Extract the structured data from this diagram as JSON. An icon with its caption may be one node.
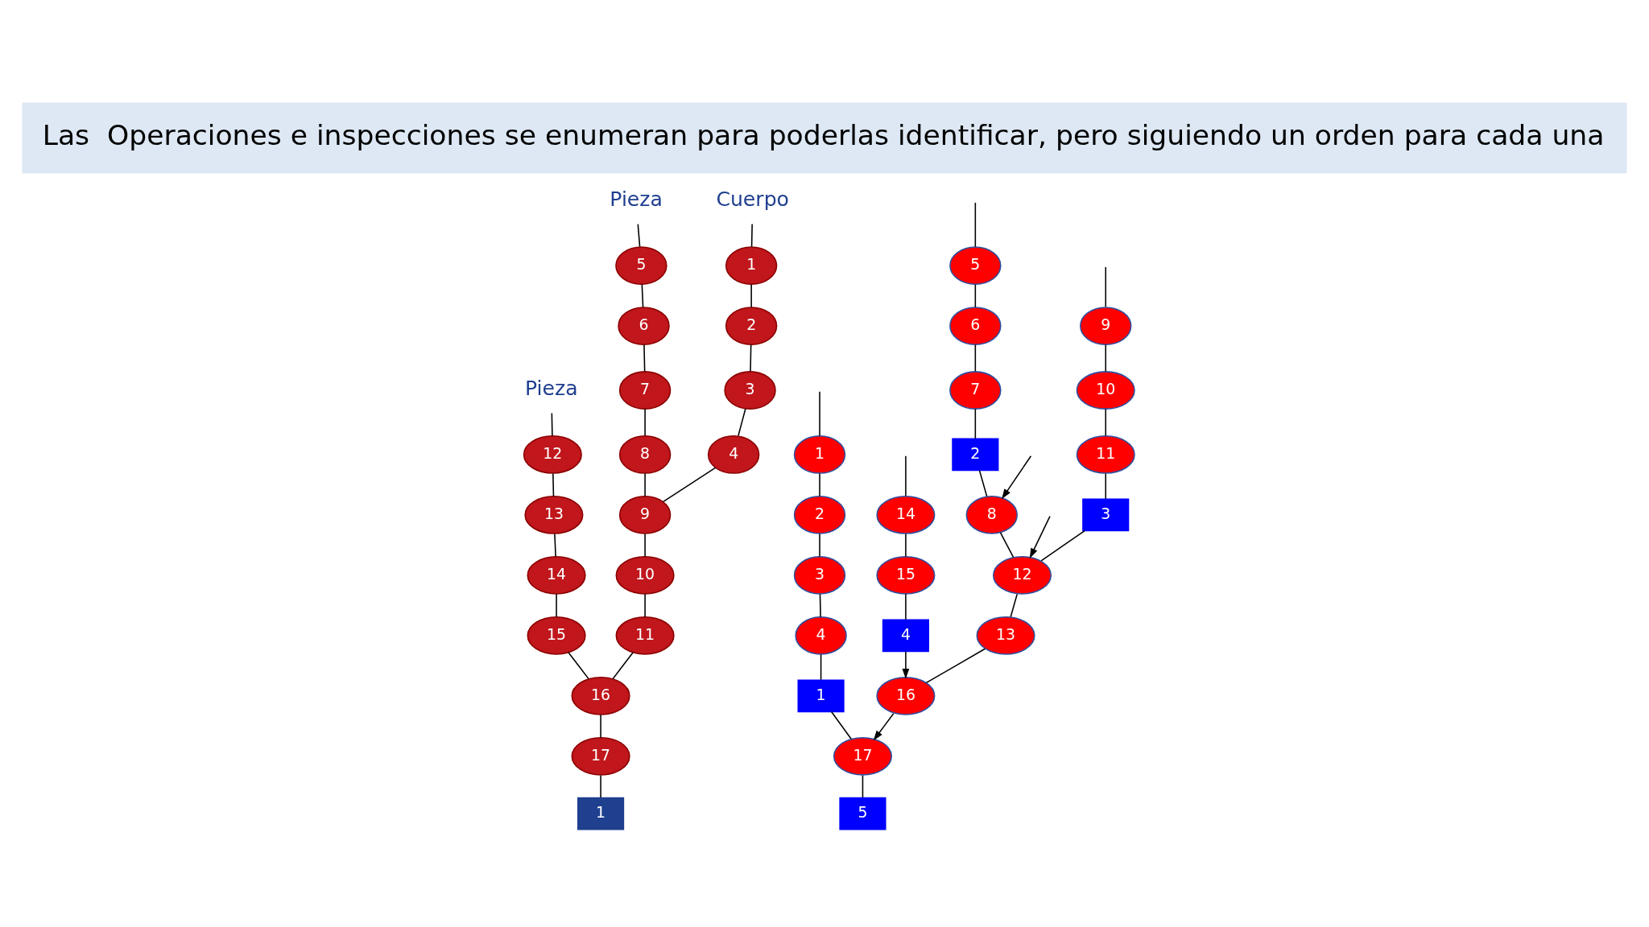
{
  "diagram": {
    "title": "Las  Operaciones e inspecciones se enumeran para poderlas identificar, pero siguiendo un orden para cada una",
    "nodes": [
      {
        "text": [
          "Pieza"
        ]
      },
      {
        "text": [
          "Pieza"
        ]
      },
      {
        "text": [
          "Cuerpo"
        ]
      },
      {
        "text": [
          "12"
        ]
      },
      {
        "text": [
          "13"
        ]
      },
      {
        "text": [
          "14"
        ]
      },
      {
        "text": [
          "15"
        ]
      },
      {
        "text": [
          "5"
        ]
      },
      {
        "text": [
          "6"
        ]
      },
      {
        "text": [
          "7"
        ]
      },
      {
        "text": [
          "8"
        ]
      },
      {
        "text": [
          "1"
        ]
      },
      {
        "text": [
          "2"
        ]
      },
      {
        "text": [
          "3"
        ]
      },
      {
        "text": [
          "4"
        ]
      },
      {
        "text": [
          "9"
        ]
      },
      {
        "text": [
          "10"
        ]
      },
      {
        "text": [
          "11"
        ]
      },
      {
        "text": [
          "16"
        ]
      },
      {
        "text": [
          "17"
        ]
      },
      {
        "text": [
          "1"
        ]
      },
      {
        "text": [
          "9"
        ]
      },
      {
        "text": [
          "10"
        ]
      },
      {
        "text": [
          "11"
        ]
      },
      {
        "text": [
          "3"
        ]
      },
      {
        "text": [
          "5"
        ]
      },
      {
        "text": [
          "6"
        ]
      },
      {
        "text": [
          "7"
        ]
      },
      {
        "text": [
          "2"
        ]
      },
      {
        "text": [
          "8"
        ]
      },
      {
        "text": [
          "12"
        ]
      },
      {
        "text": [
          "13"
        ]
      },
      {
        "text": [
          "16"
        ]
      },
      {
        "text": [
          "1"
        ]
      },
      {
        "text": [
          "2"
        ]
      },
      {
        "text": [
          "3"
        ]
      },
      {
        "text": [
          "4"
        ]
      },
      {
        "text": [
          "1"
        ]
      },
      {
        "text": [
          "17"
        ]
      },
      {
        "text": [
          "5"
        ]
      },
      {
        "text": [
          "14"
        ]
      },
      {
        "text": [
          "15"
        ]
      },
      {
        "text": [
          "4"
        ]
      }
    ],
    "edges": [
      {
        "from": 0,
        "to": 3,
        "arrow": "none"
      },
      {
        "from": 3,
        "to": 4,
        "arrow": "none"
      },
      {
        "from": 4,
        "to": 5,
        "arrow": "none"
      },
      {
        "from": 5,
        "to": 6,
        "arrow": "none"
      },
      {
        "from": 6,
        "to": 18,
        "arrow": "none"
      },
      {
        "from": 1,
        "to": 7,
        "arrow": "none"
      },
      {
        "from": 7,
        "to": 8,
        "arrow": "none"
      },
      {
        "from": 8,
        "to": 9,
        "arrow": "none"
      },
      {
        "from": 9,
        "to": 10,
        "arrow": "none"
      },
      {
        "from": 10,
        "to": 15,
        "arrow": "none"
      },
      {
        "from": 2,
        "to": 11,
        "arrow": "none"
      },
      {
        "from": 11,
        "to": 12,
        "arrow": "none"
      },
      {
        "from": 12,
        "to": 13,
        "arrow": "none"
      },
      {
        "from": 13,
        "to": 14,
        "arrow": "none"
      },
      {
        "from": 14,
        "to": 15,
        "arrow": "none"
      },
      {
        "from": 15,
        "to": 16,
        "arrow": "none"
      },
      {
        "from": 16,
        "to": 17,
        "arrow": "none"
      },
      {
        "from": 17,
        "to": 18,
        "arrow": "none"
      },
      {
        "from": 18,
        "to": 19,
        "arrow": "none"
      },
      {
        "from": 19,
        "to": 20,
        "arrow": "none"
      },
      {
        "from": null,
        "to": 21,
        "arrow": "none"
      },
      {
        "from": 21,
        "to": 22,
        "arrow": "none"
      },
      {
        "from": 22,
        "to": 23,
        "arrow": "none"
      },
      {
        "from": 23,
        "to": 24,
        "arrow": "none"
      },
      {
        "from": 24,
        "to": 30,
        "arrow": "none"
      },
      {
        "from": null,
        "to": 25,
        "arrow": "none"
      },
      {
        "from": 25,
        "to": 26,
        "arrow": "none"
      },
      {
        "from": 26,
        "to": 27,
        "arrow": "none"
      },
      {
        "from": 27,
        "to": 28,
        "arrow": "none"
      },
      {
        "from": 28,
        "to": 29,
        "arrow": "none"
      },
      {
        "from": null,
        "to": 29,
        "arrow": "to"
      },
      {
        "from": 29,
        "to": 30,
        "arrow": "none"
      },
      {
        "from": null,
        "to": 30,
        "arrow": "to"
      },
      {
        "from": 30,
        "to": 31,
        "arrow": "none"
      },
      {
        "from": 31,
        "to": 32,
        "arrow": "none"
      },
      {
        "from": null,
        "to": 33,
        "arrow": "none"
      },
      {
        "from": 33,
        "to": 34,
        "arrow": "none"
      },
      {
        "from": 34,
        "to": 35,
        "arrow": "none"
      },
      {
        "from": 35,
        "to": 36,
        "arrow": "none"
      },
      {
        "from": 36,
        "to": 37,
        "arrow": "none"
      },
      {
        "from": 37,
        "to": 38,
        "arrow": "none"
      },
      {
        "from": 32,
        "to": 38,
        "arrow": "to"
      },
      {
        "from": 38,
        "to": 39,
        "arrow": "none"
      },
      {
        "from": null,
        "to": 40,
        "arrow": "none"
      },
      {
        "from": 40,
        "to": 41,
        "arrow": "none"
      },
      {
        "from": 41,
        "to": 42,
        "arrow": "none"
      },
      {
        "from": 42,
        "to": 32,
        "arrow": "to"
      }
    ]
  }
}
